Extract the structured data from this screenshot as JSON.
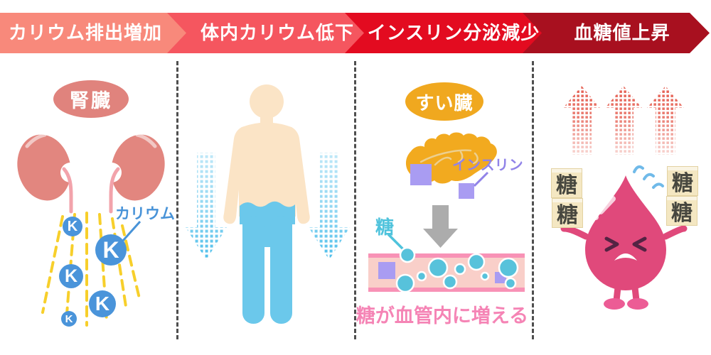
{
  "banner": {
    "steps": [
      {
        "label": "カリウム排出増加",
        "color": "#F8897B"
      },
      {
        "label": "体内カリウム低下",
        "color": "#F5565F"
      },
      {
        "label": "インスリン分泌減少",
        "color": "#E30B20"
      },
      {
        "label": "血糖値上昇",
        "color": "#A8101F"
      }
    ]
  },
  "kidney_panel": {
    "organ_label": "腎臓",
    "potassium_label": "カリウム",
    "k_symbol": "K"
  },
  "pancreas_panel": {
    "organ_label": "すい臓",
    "insulin_label": "インスリン",
    "sugar_label": "糖",
    "caption": "糖が血管内に増える"
  },
  "blood_panel": {
    "sugar_block_label": "糖"
  },
  "palette": {
    "kidney": "#E2867F",
    "organ_badge_kidney": "#E0837D",
    "potassium_blue": "#4A94DA",
    "stream_yellow": "#F7CF2B",
    "skin": "#FBE4C6",
    "water_blue": "#6BC8EB",
    "dot_arrow_blue": "#3FB9E9",
    "pancreas_orange": "#F2AA1F",
    "organ_badge_pancreas": "#F0A81F",
    "insulin_purple": "#A99CF2",
    "insulin_label_purple": "#9183E8",
    "sugar_teal": "#57C2DB",
    "vessel_pink": "#F892B6",
    "vessel_inner": "#F9CFC9",
    "caption_pink": "#F584B5",
    "gray_arrow": "#ACACAC",
    "dot_arrow_red": "#E4584A",
    "blood_drop_pink": "#E0497B",
    "block_cream": "#F4E7C2"
  }
}
